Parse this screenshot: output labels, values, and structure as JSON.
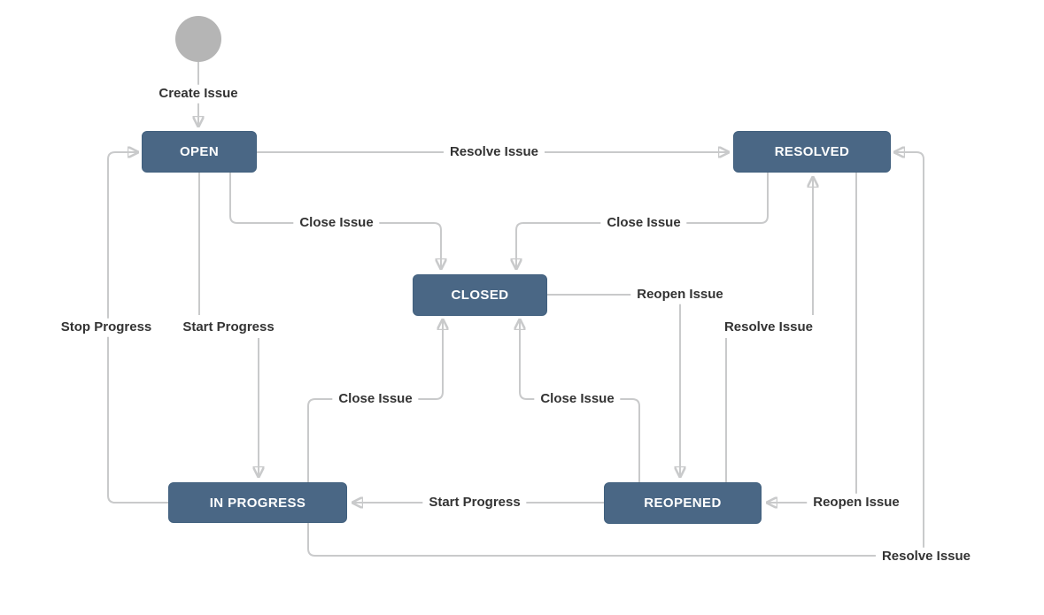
{
  "diagram": {
    "type": "workflow-state-diagram",
    "description": "Issue lifecycle workflow",
    "colors": {
      "node_fill": "#4a6785",
      "node_border": "#41607e",
      "node_text": "#ffffff",
      "edge_line": "#c9cacb",
      "arrowhead": "#b9babc",
      "label_text": "#333333",
      "start_circle": "#b5b5b5",
      "background": "#ffffff"
    },
    "nodes": [
      {
        "id": "start",
        "label": "",
        "shape": "circle"
      },
      {
        "id": "open",
        "label": "OPEN",
        "shape": "rounded-rect"
      },
      {
        "id": "resolved",
        "label": "RESOLVED",
        "shape": "rounded-rect"
      },
      {
        "id": "closed",
        "label": "CLOSED",
        "shape": "rounded-rect"
      },
      {
        "id": "in_progress",
        "label": "IN PROGRESS",
        "shape": "rounded-rect"
      },
      {
        "id": "reopened",
        "label": "REOPENED",
        "shape": "rounded-rect"
      }
    ],
    "transitions": [
      {
        "label": "Create Issue",
        "from": "start",
        "to": "open"
      },
      {
        "label": "Resolve Issue",
        "from": "open",
        "to": "resolved"
      },
      {
        "label": "Close Issue",
        "from": "open",
        "to": "closed"
      },
      {
        "label": "Close Issue",
        "from": "resolved",
        "to": "closed"
      },
      {
        "label": "Reopen Issue",
        "from": "closed",
        "to": "reopened"
      },
      {
        "label": "Start Progress",
        "from": "open",
        "to": "in_progress"
      },
      {
        "label": "Stop Progress",
        "from": "in_progress",
        "to": "open"
      },
      {
        "label": "Resolve Issue",
        "from": "reopened",
        "to": "resolved"
      },
      {
        "label": "Close Issue",
        "from": "in_progress",
        "to": "closed"
      },
      {
        "label": "Close Issue",
        "from": "reopened",
        "to": "closed"
      },
      {
        "label": "Start Progress",
        "from": "reopened",
        "to": "in_progress"
      },
      {
        "label": "Reopen Issue",
        "from": "resolved",
        "to": "reopened"
      },
      {
        "label": "Resolve Issue",
        "from": "in_progress",
        "to": "resolved"
      }
    ]
  }
}
